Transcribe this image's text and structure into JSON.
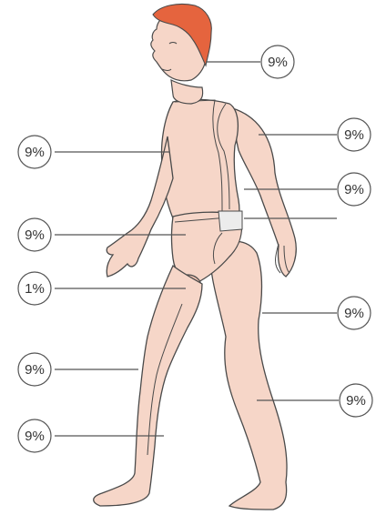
{
  "diagram": {
    "labels": [
      {
        "id": "head",
        "text": "9%"
      },
      {
        "id": "arm-right",
        "text": "9%"
      },
      {
        "id": "chest",
        "text": "9%"
      },
      {
        "id": "back",
        "text": "9%"
      },
      {
        "id": "abdomen",
        "text": "9%"
      },
      {
        "id": "genitals",
        "text": "1%"
      },
      {
        "id": "leg-back-upper",
        "text": "9%"
      },
      {
        "id": "thigh-front",
        "text": "9%"
      },
      {
        "id": "leg-back-lower",
        "text": "9%"
      },
      {
        "id": "shin-front",
        "text": "9%"
      }
    ],
    "colors": {
      "skin": "#f6d6c8",
      "skin_dark": "#f1c4b3",
      "hair": "#e5643e",
      "outline": "#4a4a4a",
      "label_ring": "#555555",
      "leader_line": "#555555"
    }
  }
}
